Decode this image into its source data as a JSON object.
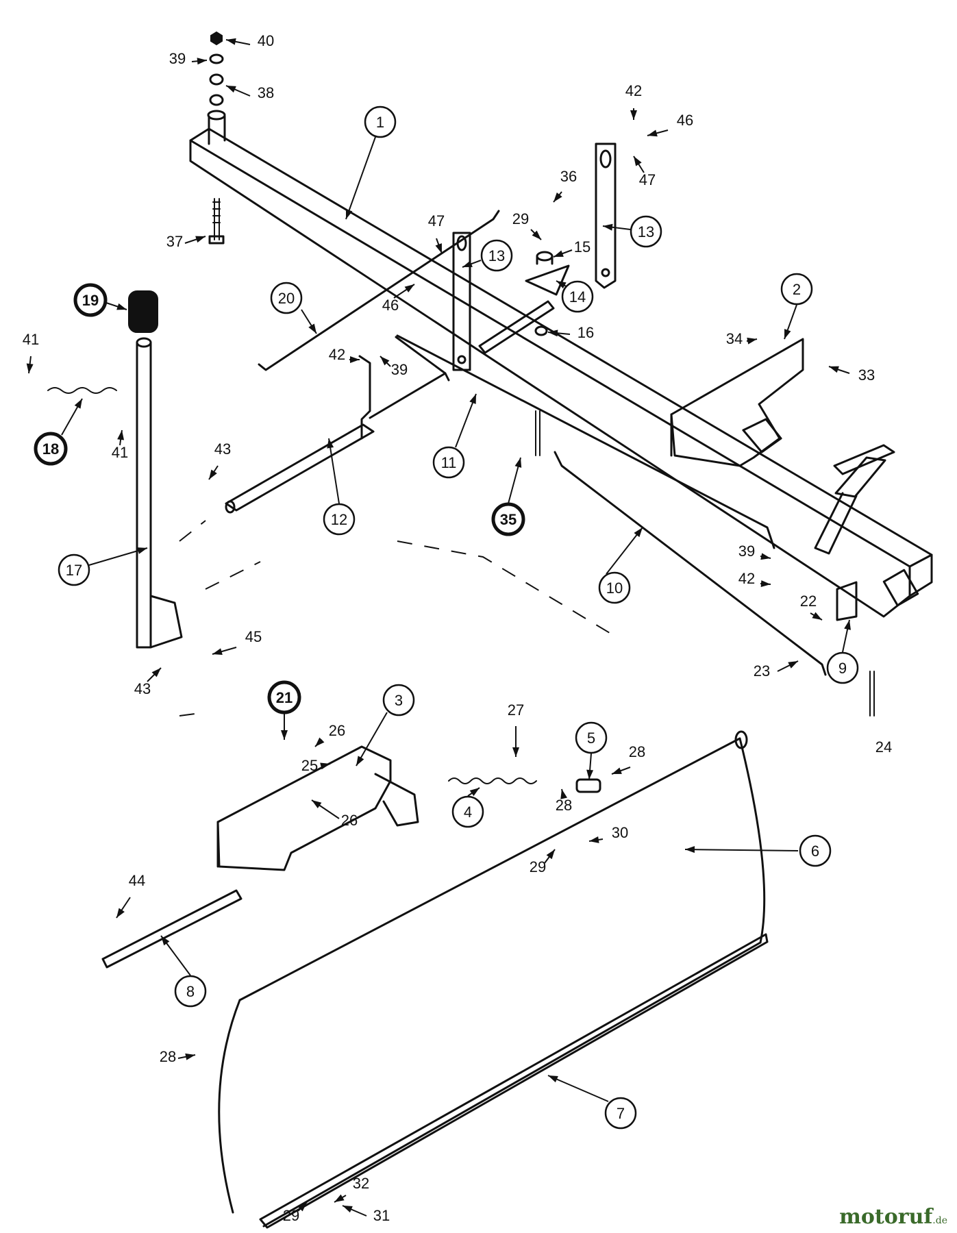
{
  "diagram": {
    "circled_callouts": [
      {
        "label": "1",
        "cx": 0,
        "cy": 0
      },
      {
        "label": "2"
      },
      {
        "label": "3"
      },
      {
        "label": "4"
      },
      {
        "label": "5"
      },
      {
        "label": "6"
      },
      {
        "label": "7"
      },
      {
        "label": "8"
      },
      {
        "label": "9"
      },
      {
        "label": "10"
      },
      {
        "label": "11"
      },
      {
        "label": "12"
      },
      {
        "label": "13"
      },
      {
        "label": "13"
      },
      {
        "label": "14"
      },
      {
        "label": "17"
      },
      {
        "label": "18"
      },
      {
        "label": "19"
      },
      {
        "label": "20"
      },
      {
        "label": "21"
      },
      {
        "label": "35"
      }
    ],
    "plain_callouts": [
      "15",
      "16",
      "22",
      "23",
      "24",
      "25",
      "26",
      "26",
      "27",
      "28",
      "28",
      "28",
      "29",
      "29",
      "29",
      "30",
      "31",
      "32",
      "33",
      "34",
      "36",
      "37",
      "38",
      "39",
      "39",
      "39",
      "40",
      "41",
      "41",
      "42",
      "42",
      "42",
      "43",
      "43",
      "44",
      "45",
      "46",
      "46",
      "47",
      "47"
    ]
  },
  "watermark": {
    "brand": "motoruf",
    "suffix": ".de"
  }
}
